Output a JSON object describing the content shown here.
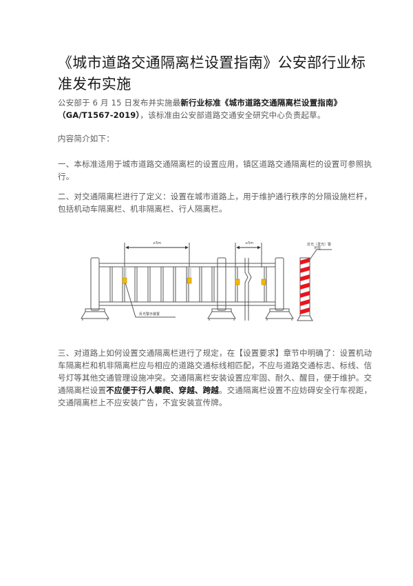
{
  "article": {
    "title": "《城市道路交通隔离栏设置指南》公安部行业标准发布实施",
    "intro": {
      "part1": "公安部于 6 月 15 日发布并实施最",
      "bold1": "新行业标准《城市道路交通隔离栏设置指南》（GA/T1567-2019）",
      "part2": "，该标准由公安部道路交通安全研究中心负责起草。"
    },
    "summary_label": "内容简介如下：",
    "point_one": "一、本标准适用于城市道路交通隔离栏的设置应用，镇区道路交通隔离栏的设置可参照执行。",
    "point_two": "二、对交通隔离栏进行了定义：设置在城市道路上，用于维护通行秩序的分隔设施栏杆，包括机动车隔离栏、机非隔离栏、行人隔离栏。",
    "point_three": {
      "part1": "三、对道路上如何设置交通隔离栏进行了规定，在【设置要求】章节中明确了：设置机动车隔离栏和机非隔离栏应与相应的道路交通标线相匹配，不应与道路交通标志、标线、信号灯等其他交通管理设施冲突。交通隔离栏安装设置应牢固、耐久、醒目，便于维护。交通隔离栏设置",
      "bold1": "不应便于行人攀爬、穿越、跨越",
      "part2": "。交通隔离栏设置不应妨碍安全行车视距，交通隔离栏上不应安装广告，不宜安装宣传牌。"
    }
  },
  "diagram": {
    "dimension_label_1": "≤5m",
    "dimension_label_2": "≤5m",
    "reflector_label": "反光警示装置",
    "post_label_line1": "反光（发光）警",
    "post_label_line2": "示柱",
    "colors": {
      "line": "#555555",
      "reflector": "#f2b900",
      "stripe": "#e8141e"
    }
  }
}
